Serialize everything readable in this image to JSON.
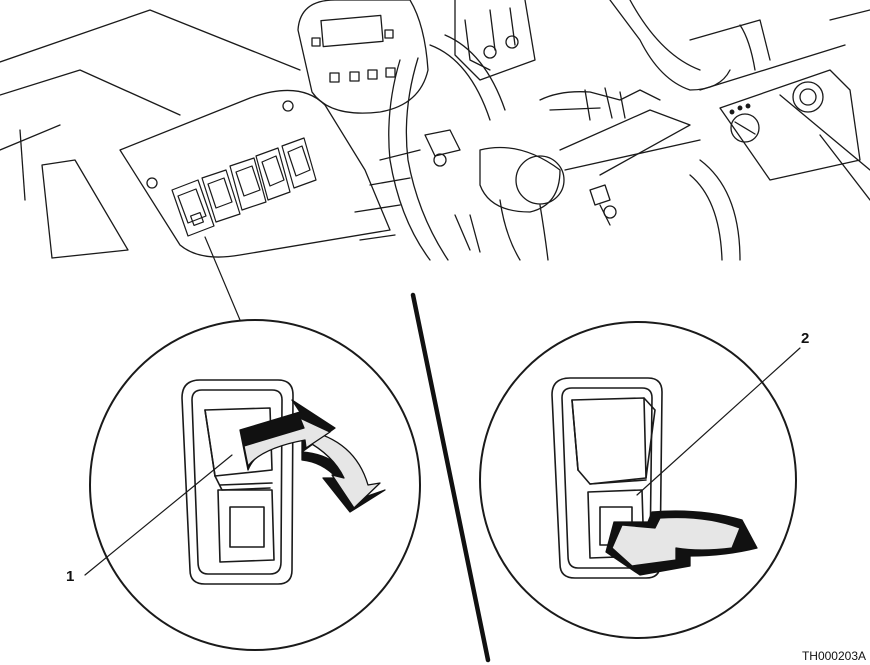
{
  "figure": {
    "code": "TH000203A",
    "callouts": [
      "1",
      "2"
    ]
  },
  "colors": {
    "line": "#1a1a1a",
    "arrow_light": "#e6e6e6",
    "arrow_dark": "#111111",
    "background": "#ffffff"
  },
  "icons": [
    "dashboard-panel",
    "rocker-switch-on",
    "rocker-switch-off",
    "press-arrow"
  ]
}
